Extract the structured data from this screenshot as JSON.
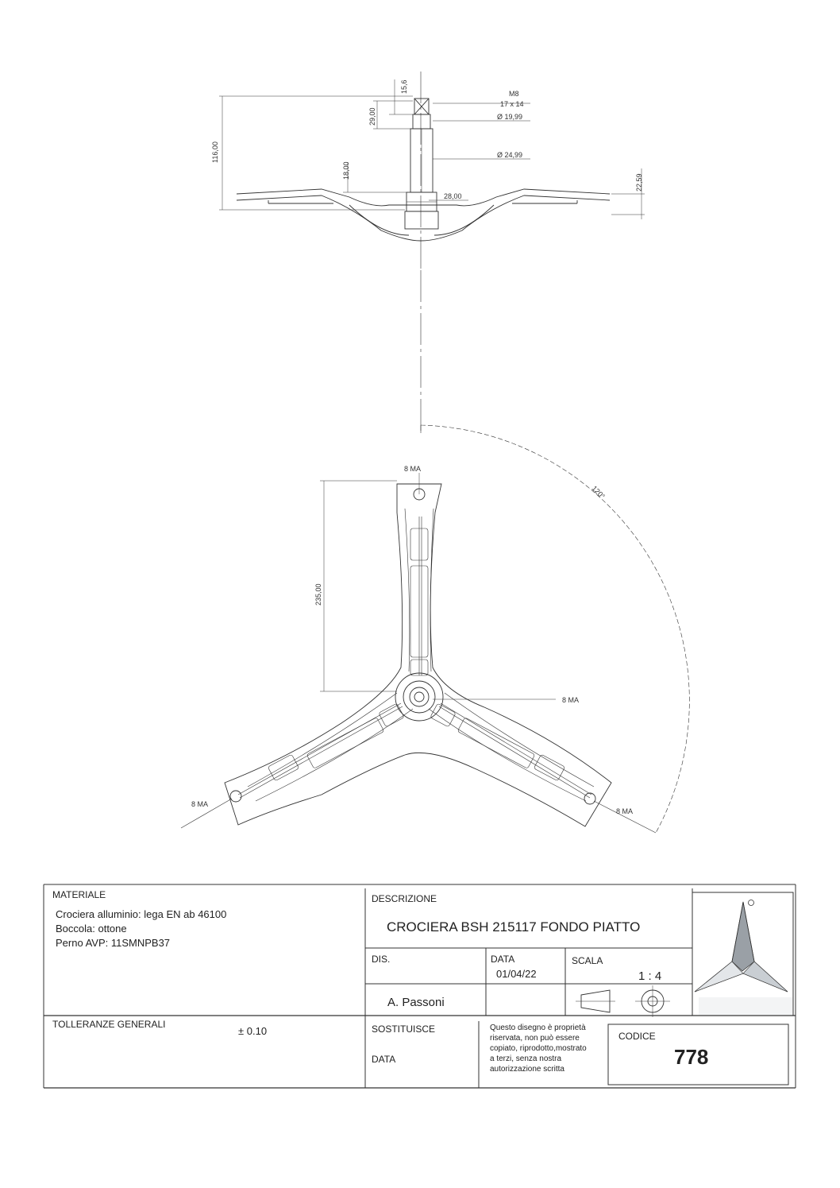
{
  "drawing": {
    "dimensions": {
      "d15_6": "15,6",
      "d29": "29,00",
      "d116": "116,00",
      "d18": "18,00",
      "d28": "28,00",
      "d22_59": "22,59",
      "m8": "M8",
      "d17x14": "17 x 14",
      "d19_99": "Ø 19,99",
      "d24_99": "Ø 24,99",
      "d235": "235,00",
      "angle": "120°",
      "hole_top": "8 MA",
      "hole_center": "8 MA",
      "hole_left": "8 MA",
      "hole_right": "8 MA"
    }
  },
  "titleblock": {
    "materiale_label": "MATERIALE",
    "materiale_lines": [
      "Crociera alluminio: lega EN ab 46100",
      "Boccola: ottone",
      "Perno AVP: 11SMNPB37"
    ],
    "descrizione_label": "DESCRIZIONE",
    "descrizione": "CROCIERA BSH 215117 FONDO PIATTO",
    "dis_label": "DIS.",
    "data_label": "DATA",
    "data_value": "01/04/22",
    "scala_label": "SCALA",
    "scala_value": "1 : 4",
    "author": "A. Passoni",
    "tolleranze_label": "TOLLERANZE GENERALI",
    "tolleranze_value": "± 0.10",
    "sostituisce_label": "SOSTITUISCE",
    "data2_label": "DATA",
    "notice_lines": [
      "Questo disegno è proprietà",
      "riservata, non può essere",
      "copiato, riprodotto,mostrato",
      "a terzi, senza nostra",
      "autorizzazione scritta"
    ],
    "codice_label": "CODICE",
    "codice_value": "778"
  }
}
